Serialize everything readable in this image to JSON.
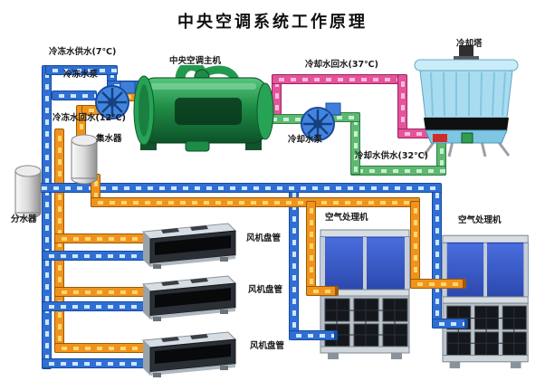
{
  "title": "中央空调系统工作原理",
  "labels": {
    "chilled_supply": "冷冻水供水(7℃)",
    "chilled_pump": "冷冻水泵",
    "chilled_return": "冷冻水回水(12℃)",
    "chiller": "中央空调主机",
    "cooling_return": "冷却水回水(37℃)",
    "cooling_tower": "冷却塔",
    "cooling_pump": "冷却水泵",
    "cooling_supply": "冷却水供水(32℃)",
    "collector": "集水器",
    "distributor": "分水器"
  },
  "fan_coil_units": [
    {
      "label": "风机盘管"
    },
    {
      "label": "风机盘管"
    },
    {
      "label": "风机盘管"
    }
  ],
  "air_handling_units": [
    {
      "label": "空气处理机"
    },
    {
      "label": "空气处理机"
    }
  ],
  "colors": {
    "chilled_supply_pipe": "#2f6fd4",
    "chilled_return_pipe": "#f0931d",
    "cooling_return_pipe": "#e4539b",
    "cooling_supply_pipe": "#5eb871",
    "chiller_body": "#1f8c46",
    "cooling_tower_body": "#aadcf0",
    "ahu_body": "#3a5bd0"
  }
}
